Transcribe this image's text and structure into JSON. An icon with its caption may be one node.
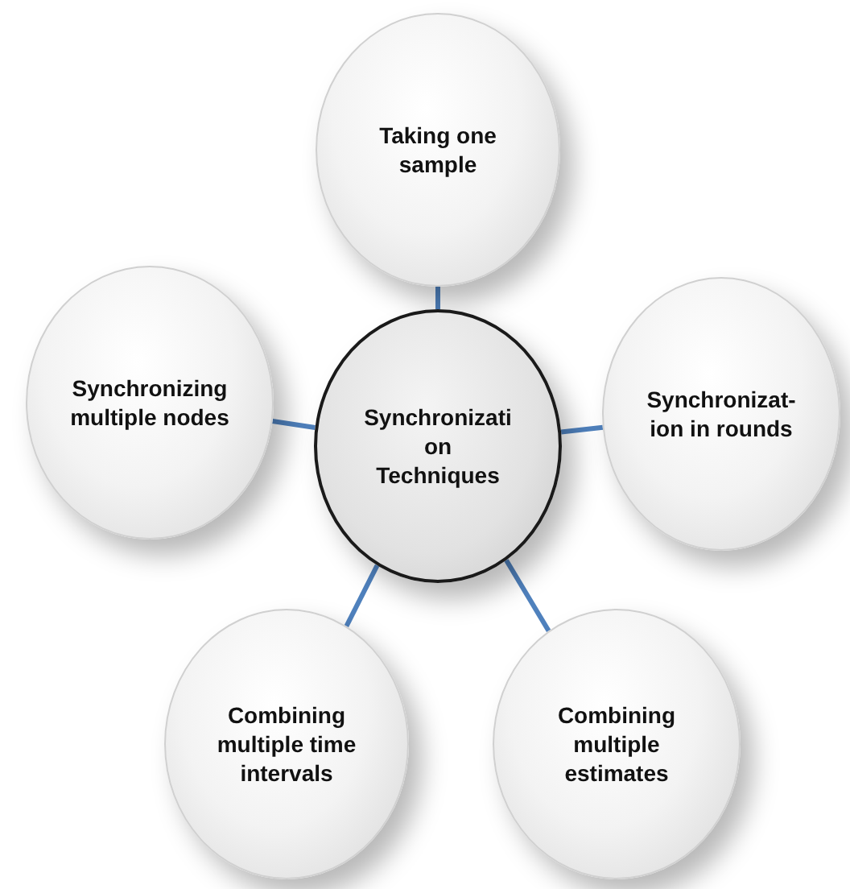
{
  "diagram": {
    "nodes": [
      {
        "text": [
          "Taking one sample"
        ]
      },
      {
        "text": [
          "Synchronizing multiple nodes"
        ]
      },
      {
        "text": [
          "Synchronizati on Techniques"
        ]
      },
      {
        "text": [
          "Synchronizat- ion in rounds"
        ]
      },
      {
        "text": [
          "Combining multiple time intervals"
        ]
      },
      {
        "text": [
          "Combining multiple estimates"
        ]
      }
    ],
    "edges": [
      {
        "from": 2,
        "to": 0,
        "arrow": "none"
      },
      {
        "from": 2,
        "to": 1,
        "arrow": "none"
      },
      {
        "from": 2,
        "to": 3,
        "arrow": "none"
      },
      {
        "from": 2,
        "to": 4,
        "arrow": "none"
      },
      {
        "from": 2,
        "to": 5,
        "arrow": "none"
      }
    ]
  }
}
